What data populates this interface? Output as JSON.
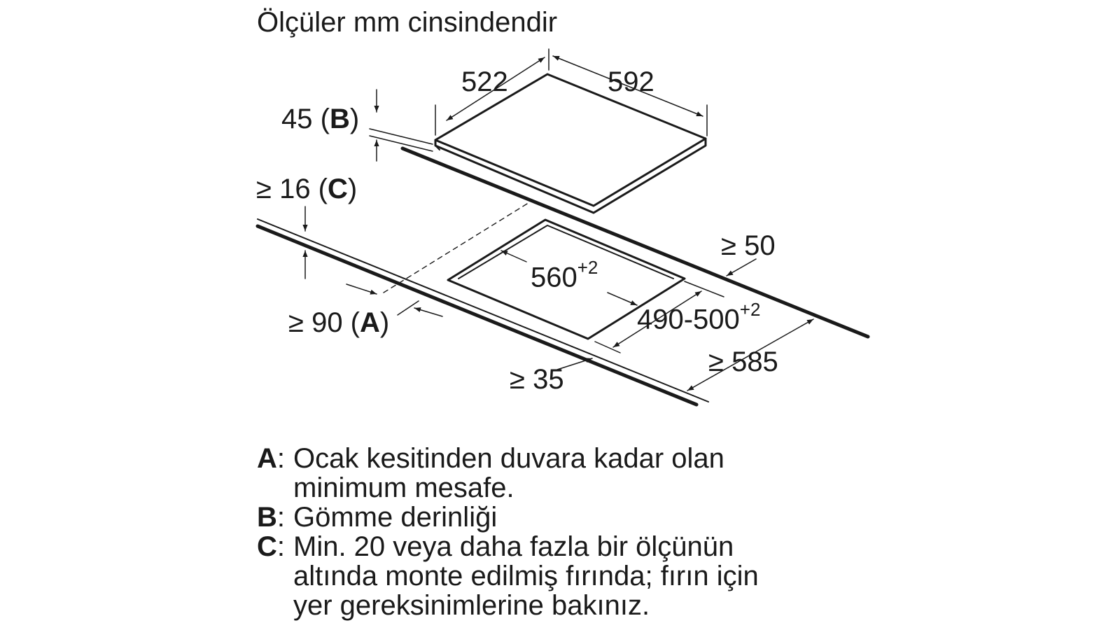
{
  "title": "Ölçüler mm cinsindendir",
  "colors": {
    "ink": "#1a1a1a",
    "background": "#ffffff"
  },
  "dims": {
    "depth": "522",
    "width": "592",
    "height": "45",
    "height_key": "B",
    "front_clearance_sym": "≥ 16",
    "front_clearance_key": "C",
    "wall_distance_sym": "≥ 90",
    "wall_distance_key": "A",
    "cut_width": "560",
    "cut_width_tol": "+2",
    "cut_depth": "490-500",
    "cut_depth_tol": "+2",
    "rear_min": "≥ 50",
    "front_min": "≥ 35",
    "worktop_min": "≥ 585"
  },
  "legend": [
    {
      "key": "A",
      "text": "Ocak kesitinden duvara kadar olan\nminimum mesafe."
    },
    {
      "key": "B",
      "text": "Gömme derinliği"
    },
    {
      "key": "C",
      "text": "Min. 20 veya daha fazla bir ölçünün\naltında monte edilmiş fırında; fırın için\nyer gereksinimlerine bakınız."
    }
  ]
}
